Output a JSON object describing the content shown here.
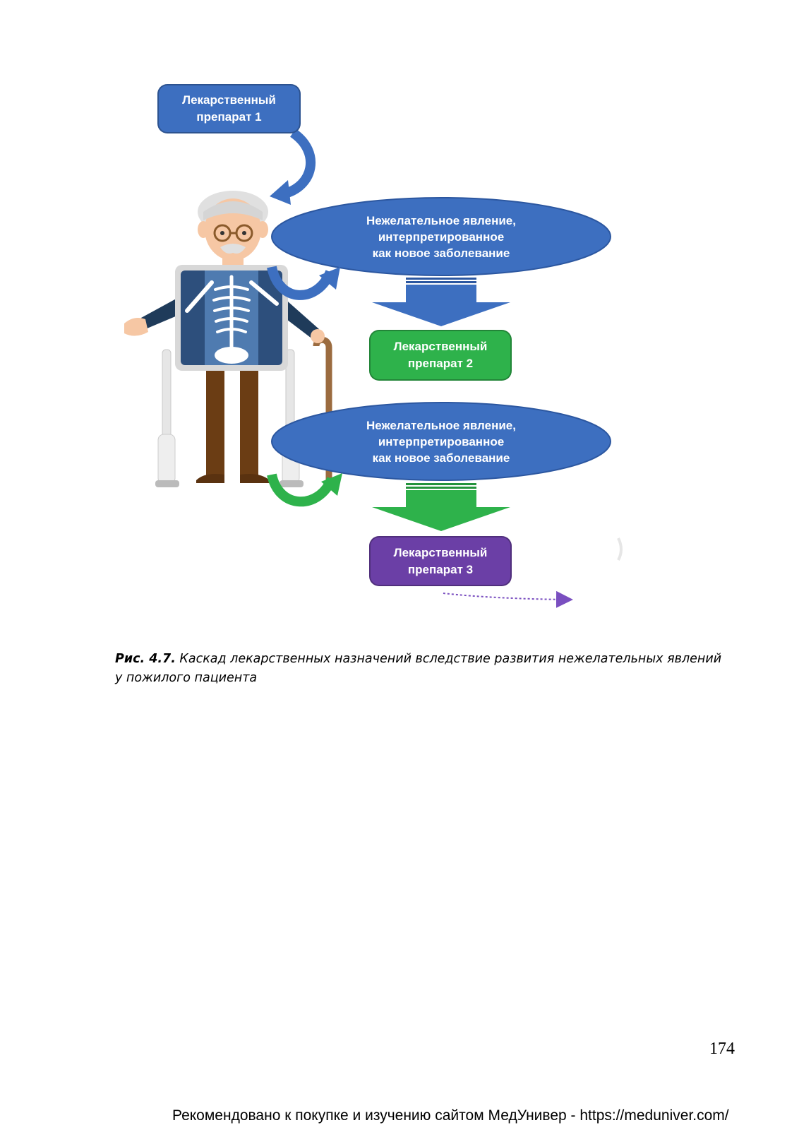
{
  "diagram": {
    "drug1": {
      "line1": "Лекарственный",
      "line2": "препарат 1",
      "color": "#3d6fc0"
    },
    "adverse1": {
      "line1": "Нежелательное явление,",
      "line2": "интерпретированное",
      "line3": "как новое заболевание",
      "color": "#3d6fc0"
    },
    "drug2": {
      "line1": "Лекарственный",
      "line2": "препарат 2",
      "color": "#2eb24b"
    },
    "adverse2": {
      "line1": "Нежелательное явление,",
      "line2": "интерпретированное",
      "line3": "как новое заболевание",
      "color": "#3d6fc0"
    },
    "drug3": {
      "line1": "Лекарственный",
      "line2": "препарат 3",
      "color": "#6b3fa6"
    }
  },
  "caption": {
    "label": "Рис. 4.7.",
    "text": " Каскад лекарственных назначений вследствие развития нежелательных явлений у пожилого пациента"
  },
  "page_number": "174",
  "footer": "Рекомендовано к покупке и изучению сайтом МедУнивер - https://meduniver.com/"
}
